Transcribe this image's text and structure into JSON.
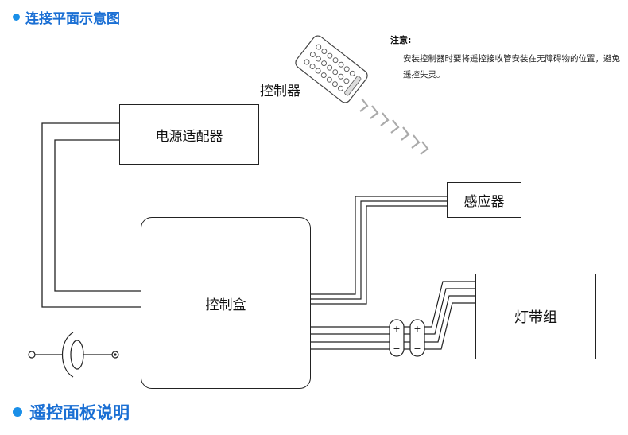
{
  "titles": {
    "connection_plan": "连接平面示意图",
    "remote_panel": "遥控面板说明"
  },
  "labels": {
    "remote": "控制器",
    "adapter": "电源适配器",
    "control_box": "控制盒",
    "sensor": "感应器",
    "led_group": "灯带组"
  },
  "note": {
    "title": "注意:",
    "text": "安装控制器时要将遥控接收管安装在无障碍物的位置，避免遥控失灵。"
  },
  "terminals": {
    "plus": "+",
    "minus": "−"
  },
  "colors": {
    "accent": "#1a6fd4",
    "line": "#222222"
  }
}
